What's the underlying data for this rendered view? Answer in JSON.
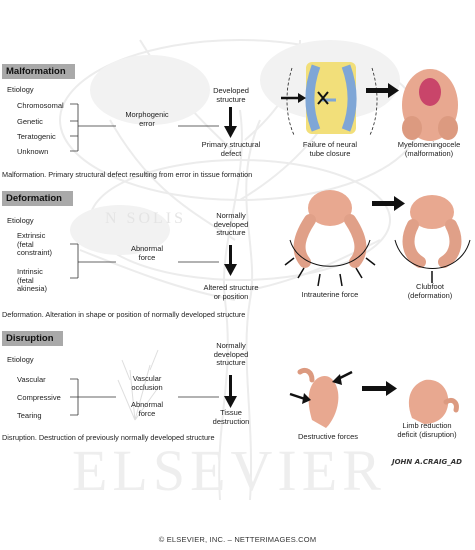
{
  "watermark": {
    "text": "ELSEVIER",
    "motto": "N SOLIS"
  },
  "signature": "JOHN A.CRAIG_AD",
  "footer": "© ELSEVIER, INC. – NETTERIMAGES.COM",
  "malformation": {
    "title": "Malformation",
    "etiology": "Etiology",
    "causes": [
      "Chromosomal",
      "Genetic",
      "Teratogenic",
      "Unknown"
    ],
    "mechanism": "Morphogenic\nerror",
    "top_label": "Developed\nstructure",
    "result": "Primary structural\ndefect",
    "img1_label": "Failure of neural\ntube closure",
    "img2_label": "Myelomeningocele\n(malformation)",
    "caption": "Malformation. Primary structural defect resulting from error in tissue formation"
  },
  "deformation": {
    "title": "Deformation",
    "etiology": "Etiology",
    "causes": [
      "Extrinsic\n(fetal\nconstraint)",
      "Intrinsic\n(fetal\nakinesia)"
    ],
    "mechanism": "Abnormal\nforce",
    "top_label": "Normally\ndeveloped\nstructure",
    "result": "Altered structure\nor position",
    "img1_label": "Intrauterine force",
    "img2_label": "Clubfoot\n(deformation)",
    "caption": "Deformation. Alteration in shape or position of normally developed structure"
  },
  "disruption": {
    "title": "Disruption",
    "etiology": "Etiology",
    "causes": [
      "Vascular",
      "Compressive",
      "Tearing"
    ],
    "mechanisms": [
      "Vascular\nocclusion",
      "Abnormal\nforce"
    ],
    "top_label": "Normally\ndeveloped\nstructure",
    "result": "Tissue\ndestruction",
    "img1_label": "Destructive forces",
    "img2_label": "Limb reduction\ndeficit (disruption)",
    "caption": "Disruption. Destruction of previously normally developed structure"
  },
  "colors": {
    "header_bg": "#a9a9a9",
    "skin": "#e8a890",
    "spinal_blue": "#7fa6d6",
    "tube_yellow": "#f2df7a"
  }
}
